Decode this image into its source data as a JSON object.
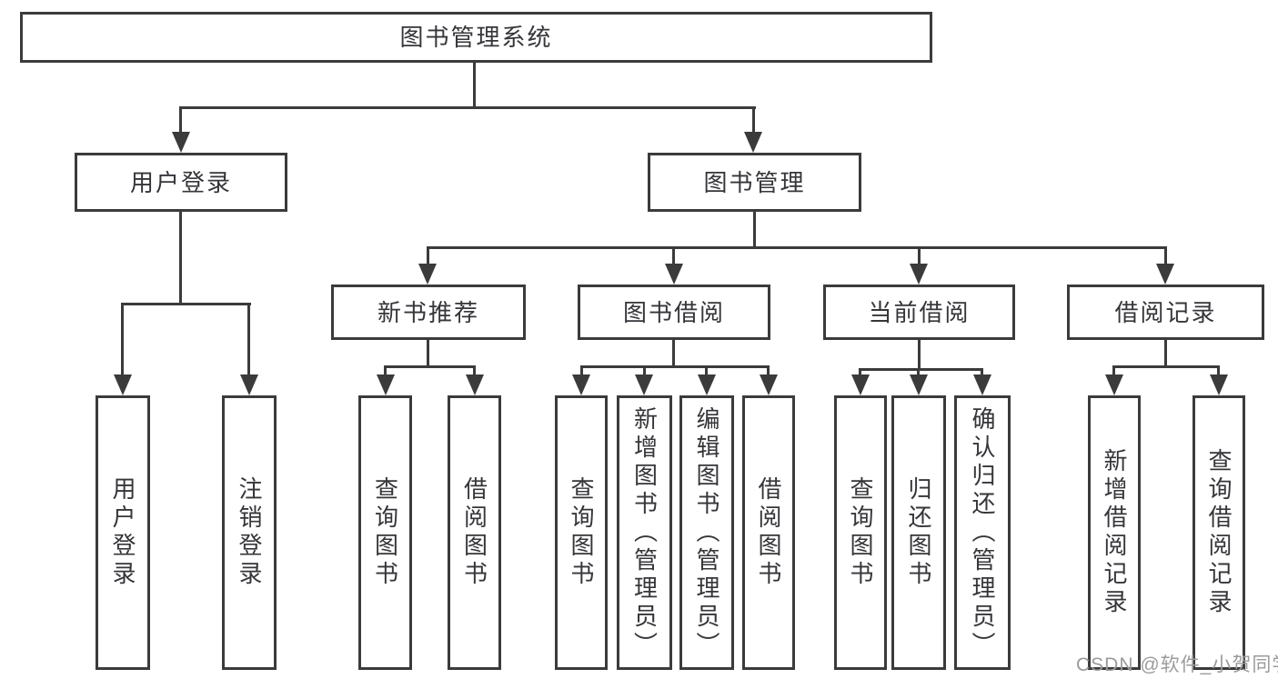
{
  "colors": {
    "line": "#3b3b3b",
    "text": "#35353a",
    "watermark": "#9b9b9b",
    "background": "#ffffff"
  },
  "diagram": {
    "type": "hierarchy-tree",
    "root": {
      "label": "图书管理系统"
    },
    "branches": [
      {
        "label": "用户登录",
        "children": [
          {
            "label": "用户登录"
          },
          {
            "label": "注销登录"
          }
        ]
      },
      {
        "label": "图书管理",
        "children": [
          {
            "label": "新书推荐",
            "children": [
              {
                "label": "查询图书"
              },
              {
                "label": "借阅图书"
              }
            ]
          },
          {
            "label": "图书借阅",
            "children": [
              {
                "label": "查询图书"
              },
              {
                "label": "新增图书（管理员）"
              },
              {
                "label": "编辑图书（管理员）"
              },
              {
                "label": "借阅图书"
              }
            ]
          },
          {
            "label": "当前借阅",
            "children": [
              {
                "label": "查询图书"
              },
              {
                "label": "归还图书"
              },
              {
                "label": "确认归还（管理员）"
              }
            ]
          },
          {
            "label": "借阅记录",
            "children": [
              {
                "label": "新增借阅记录"
              },
              {
                "label": "查询借阅记录"
              }
            ]
          }
        ]
      }
    ]
  },
  "watermark": {
    "text": "CSDN @软件_小贺同学"
  }
}
